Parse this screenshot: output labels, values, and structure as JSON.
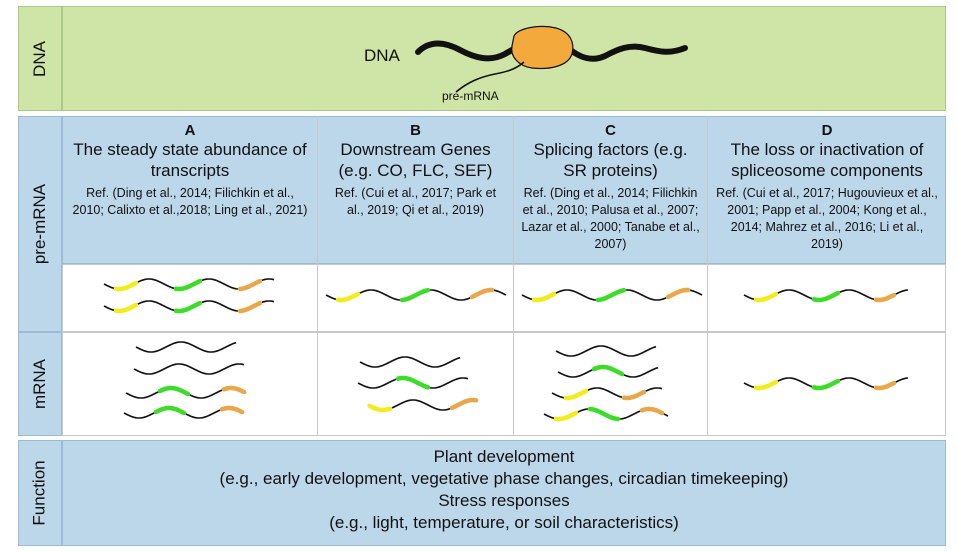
{
  "rows": {
    "dna": "DNA",
    "pre_mrna": "pre-mRNA",
    "mrna": "mRNA",
    "function": "Function"
  },
  "dna_panel": {
    "dna_label": "DNA",
    "pre_mrna_label": "pre-mRNA"
  },
  "columns": [
    {
      "letter": "A",
      "title": "The steady state abundance of transcripts",
      "ref": "Ref. (Ding et al., 2014; Filichkin et al., 2010; Calixto et al.,2018; Ling et al., 2021)"
    },
    {
      "letter": "B",
      "title": "Downstream Genes (e.g. CO, FLC, SEF)",
      "ref": "Ref. (Cui et al., 2017; Park et al., 2019; Qi et al., 2019)"
    },
    {
      "letter": "C",
      "title": "Splicing factors (e.g. SR proteins)",
      "ref": "Ref. (Ding et al., 2014; Filichkin et al., 2010; Palusa et al., 2007; Lazar et al., 2000; Tanabe et al., 2007)"
    },
    {
      "letter": "D",
      "title": "The loss or inactivation of spliceosome components",
      "ref": "Ref. (Cui et al., 2017; Hugouvieux et al., 2001; Papp et al., 2004; Kong et al., 2014; Mahrez et al., 2016; Li et al., 2019)"
    }
  ],
  "function_panel": {
    "line1": "Plant development",
    "line2": "(e.g., early development, vegetative phase changes, circadian timekeeping)",
    "line3": "Stress responses",
    "line4": "(e.g., light, temperature, or soil characteristics)"
  },
  "colors": {
    "green_band": "#cfe5a8",
    "blue_band": "#bdd7ea",
    "exon_yellow": "#f2ec1c",
    "exon_green": "#3cdc28",
    "exon_orange": "#e9a64a",
    "polymerase": "#f3a93b"
  }
}
